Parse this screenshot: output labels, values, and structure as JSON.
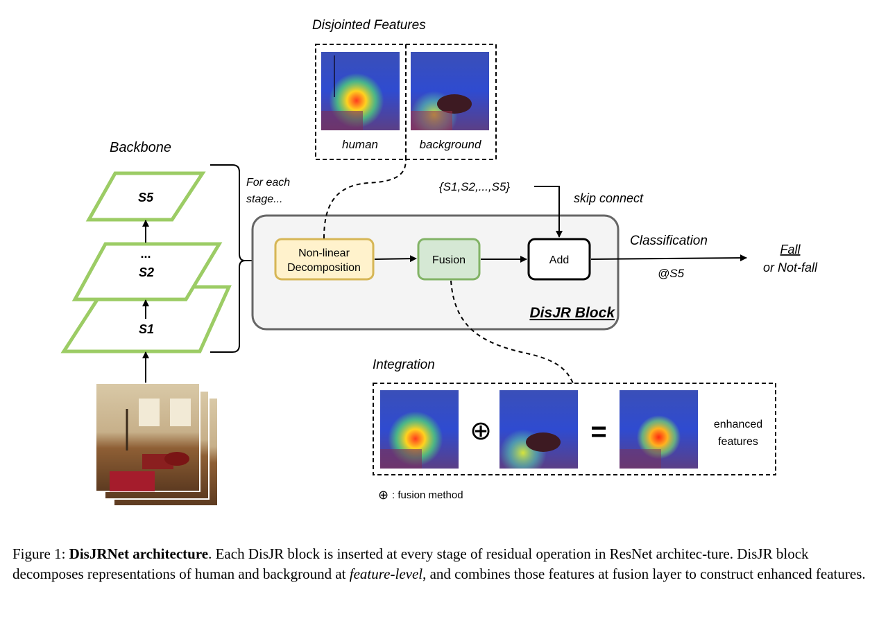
{
  "labels": {
    "disjointed_title": "Disjointed Features",
    "human": "human",
    "background": "background",
    "backbone": "Backbone",
    "s5": "S5",
    "dots": "...",
    "s2": "S2",
    "s1": "S1",
    "for_each_1": "For each",
    "for_each_2": "stage...",
    "skip_set": "{S1,S2,...,S5}",
    "skip_connect": "skip connect",
    "decomp_1": "Non-linear",
    "decomp_2": "Decomposition",
    "fusion": "Fusion",
    "add": "Add",
    "classification": "Classification",
    "at_s5": "@S5",
    "fall": "Fall",
    "not_fall": "or Not-fall",
    "block": "DisJR Block",
    "integration": "Integration",
    "oplus": "⊕",
    "equals": "=",
    "enhanced_1": "enhanced",
    "enhanced_2": "features",
    "legend_symbol": "⊕",
    "legend_text": ": fusion method"
  },
  "caption": {
    "prefix": "Figure 1: ",
    "bold": "DisJRNet architecture",
    "part1": ". Each DisJR block is inserted at every stage of residual operation in ResNet architec-ture. DisJR block decomposes representations of human and background at ",
    "italic": "feature-level",
    "part2": ", and combines those features at fusion layer to construct enhanced features."
  },
  "colors": {
    "backbone_stroke": "#9ccc65",
    "decomp_fill": "#fff2cc",
    "decomp_stroke": "#d6b656",
    "fusion_fill": "#d5e8d4",
    "fusion_stroke": "#82b366",
    "block_fill": "#f4f4f4",
    "block_stroke": "#666666"
  }
}
